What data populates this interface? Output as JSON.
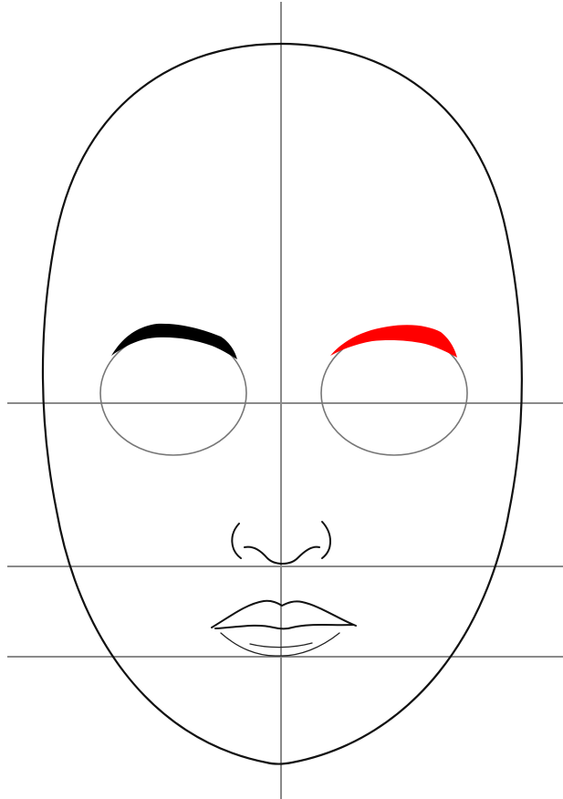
{
  "colors": {
    "background": "#ffffff",
    "guide_lines": "#8a8a8a",
    "face_outline": "#111111",
    "eye_outline": "#777777",
    "left_eyebrow": "#000000",
    "right_eyebrow": "#ff0000"
  },
  "diagram": {
    "guides": [
      "vertical-center-line",
      "eye-line",
      "nose-line",
      "mouth-line"
    ],
    "features": [
      "face-outline",
      "left-eye",
      "right-eye",
      "left-eyebrow",
      "right-eyebrow",
      "nose",
      "lips"
    ]
  }
}
